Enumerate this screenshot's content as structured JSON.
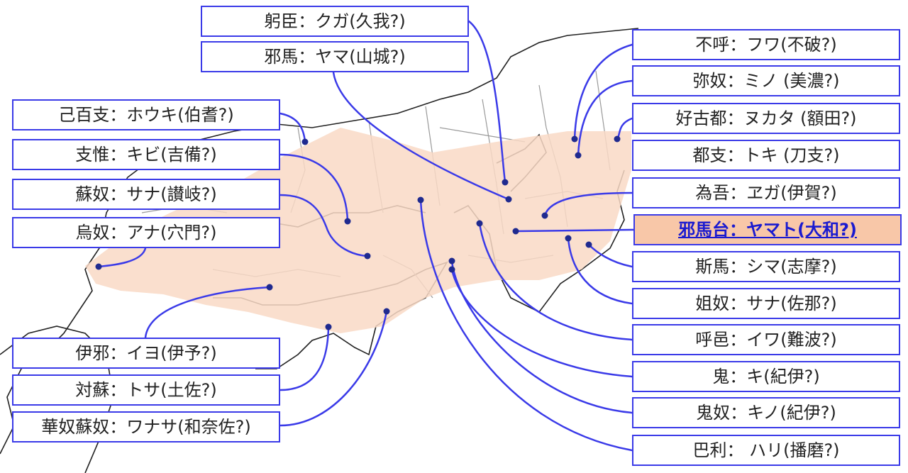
{
  "map": {
    "region_fill": "#f9d9c6",
    "line_color": "#3a3ae8",
    "dot_color": "#1f2a8f",
    "highlight_fill": "#f8c7a8"
  },
  "labels": [
    {
      "id": "kuga",
      "text": "躬臣：クガ(久我?)"
    },
    {
      "id": "yama",
      "text": "邪馬：ヤマ(山城?)"
    },
    {
      "id": "houki",
      "text": "己百支：ホウキ(伯耆?)"
    },
    {
      "id": "kibi",
      "text": "支惟：キビ(吉備?)"
    },
    {
      "id": "sana-sanuki",
      "text": "蘇奴：サナ(讃岐?)"
    },
    {
      "id": "ana",
      "text": "烏奴：アナ(穴門?)"
    },
    {
      "id": "iyo",
      "text": "伊邪：イヨ(伊予?)"
    },
    {
      "id": "tosa",
      "text": "対蘇：トサ(土佐?)"
    },
    {
      "id": "wanasa",
      "text": "華奴蘇奴：ワナサ(和奈佐?)"
    },
    {
      "id": "fuwa",
      "text": "不呼：フワ(不破?)"
    },
    {
      "id": "mino",
      "text": "弥奴：ミノ (美濃?)"
    },
    {
      "id": "nukata",
      "text": "好古都：ヌカタ (額田?)"
    },
    {
      "id": "toki",
      "text": "都支：トキ (刀支?)"
    },
    {
      "id": "yoga",
      "text": "為吾：ヱガ(伊賀?)"
    },
    {
      "id": "yamato",
      "text": "邪馬台：ヤマト(大和?)",
      "highlight": true
    },
    {
      "id": "shima",
      "text": "斯馬：シマ(志摩?)"
    },
    {
      "id": "sana-sana",
      "text": "姐奴：サナ(佐那?)"
    },
    {
      "id": "iwa",
      "text": "呼邑：イワ(難波?)"
    },
    {
      "id": "ki",
      "text": "鬼：キ(紀伊?)"
    },
    {
      "id": "kino",
      "text": "鬼奴：キノ(紀伊?)"
    },
    {
      "id": "hari",
      "text": "巴利： ハリ(播磨?)"
    }
  ]
}
